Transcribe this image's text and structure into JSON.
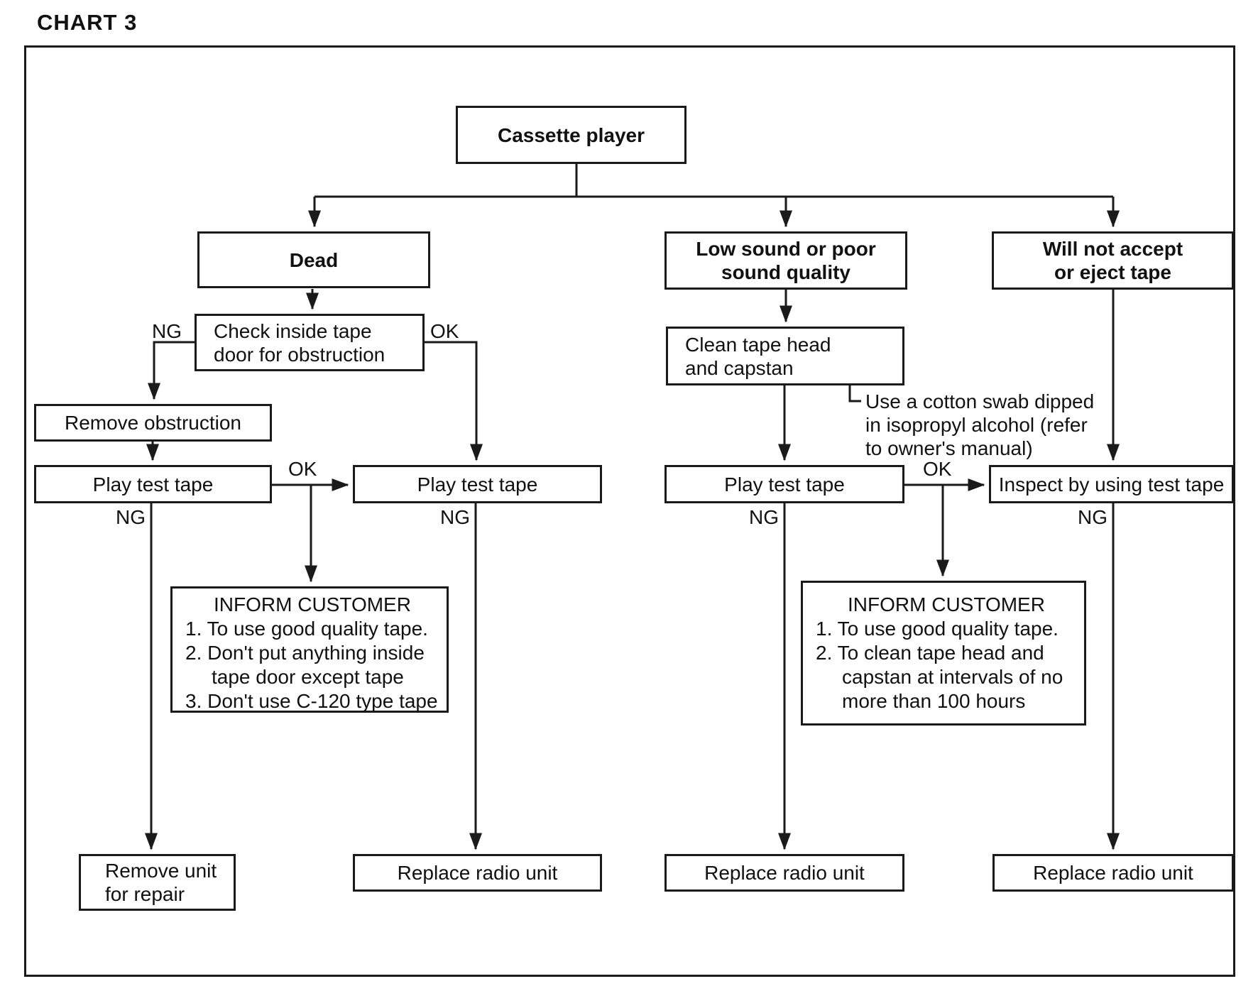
{
  "title": "CHART 3",
  "labels": {
    "ng": "NG",
    "ok": "OK"
  },
  "nodes": {
    "cassette": "Cassette player",
    "dead": "Dead",
    "low_sound": "Low sound or poor\nsound quality",
    "will_not": "Will not accept\nor eject tape",
    "check": "Check inside tape\ndoor for obstruction",
    "clean": "Clean tape head\nand capstan",
    "remove_obstruction": "Remove obstruction",
    "play_test_tape": "Play test tape",
    "inspect": "Inspect by using test tape",
    "remove_unit": "Remove unit\nfor repair",
    "replace_radio": "Replace radio unit"
  },
  "note": "Use a cotton swab dipped\nin isopropyl alcohol (refer\nto owner's manual)",
  "inform_left": {
    "heading": "INFORM CUSTOMER",
    "items": [
      "1. To use good quality tape.",
      "2. Don't put anything inside\ntape door except tape",
      "3. Don't use C-120 type tape"
    ]
  },
  "inform_right": {
    "heading": "INFORM CUSTOMER",
    "items": [
      "1. To use good quality tape.",
      "2. To clean tape head and\ncapstan at intervals of no\nmore than 100 hours"
    ]
  }
}
